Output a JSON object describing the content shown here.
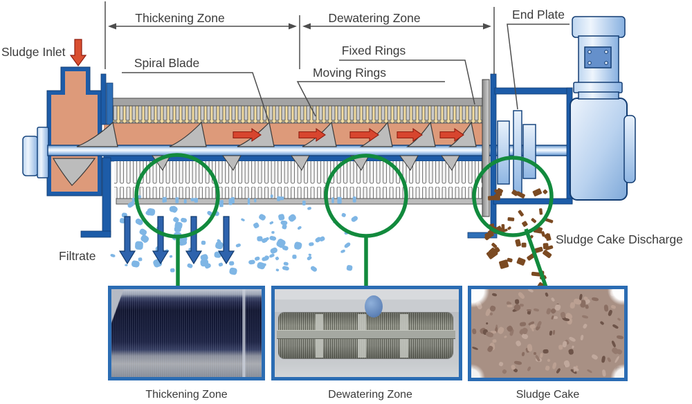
{
  "labels": {
    "sludge_inlet": "Sludge Inlet",
    "thickening_zone": "Thickening Zone",
    "dewatering_zone": "Dewatering Zone",
    "end_plate": "End Plate",
    "spiral_blade": "Spiral Blade",
    "fixed_rings": "Fixed Rings",
    "moving_rings": "Moving Rings",
    "filtrate": "Filtrate",
    "sludge_cake_discharge": "Sludge Cake Discharge"
  },
  "photos": [
    {
      "caption": "Thickening Zone"
    },
    {
      "caption": "Dewatering Zone"
    },
    {
      "caption": "Sludge Cake"
    }
  ],
  "colors": {
    "navy": "#1d5ca8",
    "green": "#128a3d",
    "red": "#d7452e",
    "salmon": "#dd9a7a",
    "ring_yellow": "#f3dda1",
    "droplet_blue": "#7fb6e5",
    "cake_brown": "#7b4a22"
  }
}
